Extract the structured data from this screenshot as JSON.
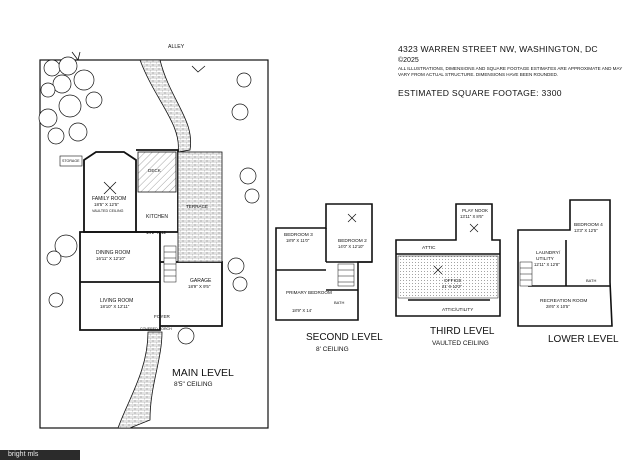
{
  "header": {
    "address": "4323 WARREN STREET NW, WASHINGTON, DC",
    "copyright": "©2025",
    "disclaimer": "ALL ILLUSTRATIONS, DIMENSIONS AND SQUARE FOOTAGE ESTIMATES ARE APPROXIMATE AND MAY VARY FROM ACTUAL STRUCTURE. DIMENSIONS HAVE BEEN ROUNDED.",
    "square_footage": "ESTIMATED SQUARE FOOTAGE: 3300"
  },
  "site": {
    "alley": "ALLEY",
    "storage": "STORAGE",
    "deck": "DECK",
    "terrace": "TERRACE",
    "foyer": "FOYER",
    "covered_porch": "COVERED PORCH"
  },
  "main_level": {
    "title": "MAIN LEVEL",
    "ceiling": "8'5\" CEILING",
    "rooms": {
      "family_room": "FAMILY ROOM",
      "family_room_dim": "18'5\" X 12'5\"",
      "family_room_note": "VAULTED CEILING",
      "kitchen": "KITCHEN",
      "kitchen_dim": "14'2\" X 12",
      "dining_room": "DINING ROOM",
      "dining_room_dim": "16'11\" X 12'10\"",
      "living_room": "LIVING ROOM",
      "living_room_dim": "18'10\" X 12'11\"",
      "garage": "GARAGE",
      "garage_dim": "18'9\" X 9'5\""
    }
  },
  "second_level": {
    "title": "SECOND LEVEL",
    "ceiling": "8' CEILING",
    "rooms": {
      "bedroom_3": "BEDROOM 3",
      "bedroom_3_dim": "18'9\" X 11'0\"",
      "bedroom_2": "BEDROOM 2",
      "bedroom_2_dim": "14'0\" X 12'10\"",
      "primary_bedroom": "PRIMARY BEDROOM",
      "primary_bedroom_dim": "18'9\" X 14'",
      "bath": "BATH"
    }
  },
  "third_level": {
    "title": "THIRD LEVEL",
    "ceiling": "VAULTED CEILING",
    "rooms": {
      "play_nook": "PLAY NOOK",
      "play_nook_dim": "13'11\" X 8'6\"",
      "attic": "ATTIC",
      "office": "OFFICE",
      "office_dim": "21' X 12'2\"",
      "attic_utility": "ATTIC/UTILITY"
    }
  },
  "lower_level": {
    "title": "LOWER LEVEL",
    "rooms": {
      "bedroom_4": "BEDROOM 4",
      "bedroom_4_dim": "13'3\" X 12'5\"",
      "laundry": "LAUNDRY/",
      "utility": "UTILITY",
      "laundry_dim": "12'11\" X 12'8\"",
      "recreation_room": "RECREATION ROOM",
      "recreation_room_dim": "28'6\" X 10'5\"",
      "bath": "BATH"
    }
  },
  "watermark": "bright mls"
}
